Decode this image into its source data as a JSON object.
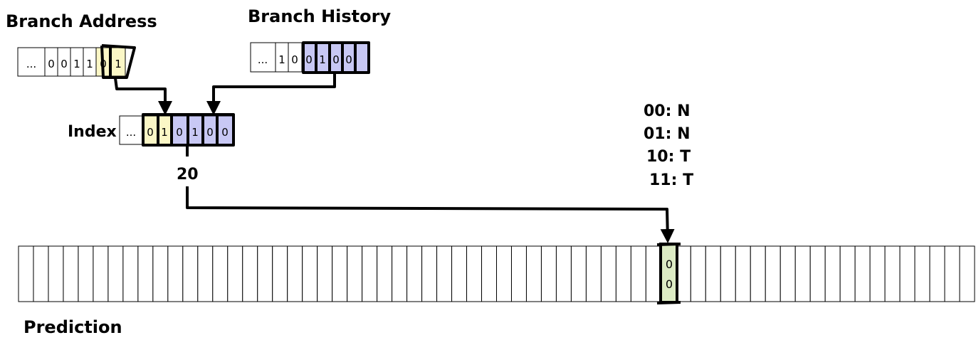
{
  "labels": {
    "branch_address": "Branch Address",
    "branch_history": "Branch History",
    "index": "Index",
    "index_value": "20",
    "prediction": "Prediction"
  },
  "branch_address_bits": [
    "...",
    "0",
    "0",
    "1",
    "1",
    "0",
    "1"
  ],
  "branch_history_bits": [
    "...",
    "1",
    "0",
    "0",
    "1",
    "0",
    "0"
  ],
  "index_bits": [
    "...",
    "0",
    "1",
    "0",
    "1",
    "0",
    "0"
  ],
  "legend": [
    "00: N",
    "01: N",
    "10: T",
    "11: T"
  ],
  "prediction_table": {
    "highlighted_entry_bits": [
      "0",
      "0"
    ]
  },
  "colors": {
    "address_highlight": "#fbf7c6",
    "history_highlight": "#c8c8f4",
    "entry_highlight": "#dcebc4",
    "stroke": "#000000"
  }
}
